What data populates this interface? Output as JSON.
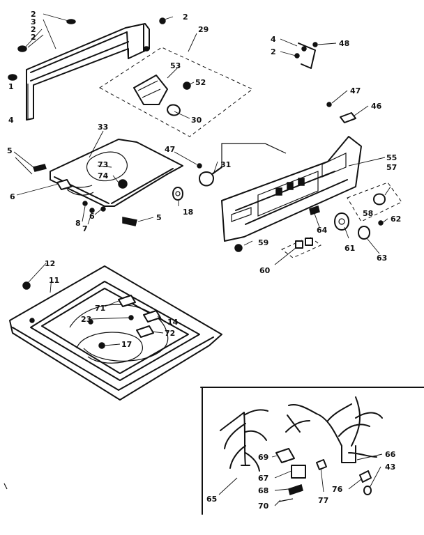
{
  "labels": {
    "l2a": "2",
    "l3": "3",
    "l2b": "2",
    "l2c": "2",
    "l1": "1",
    "l4": "4",
    "l2d": "2",
    "l29": "29",
    "l53": "53",
    "l52": "52",
    "l30": "30",
    "l4b": "4",
    "l2e": "2",
    "l48": "48",
    "l47a": "47",
    "l46": "46",
    "l33": "33",
    "l5a": "5",
    "l73": "73",
    "l74": "74",
    "l47b": "47",
    "l31": "31",
    "l6a": "6",
    "l8": "8",
    "l7": "7",
    "l6b": "6",
    "l5b": "5",
    "l18": "18",
    "l55": "55",
    "l57": "57",
    "l58": "58",
    "l62": "62",
    "l64": "64",
    "l59": "59",
    "l60": "60",
    "l61": "61",
    "l63": "63",
    "l12": "12",
    "l11": "11",
    "l71": "71",
    "l14": "14",
    "l23": "23",
    "l72": "72",
    "l17": "17",
    "l69": "69",
    "l67": "67",
    "l68": "68",
    "l70": "70",
    "l65": "65",
    "l77": "77",
    "l76": "76",
    "l66": "66",
    "l43": "43"
  },
  "icons": [
    "screw-icon",
    "bolt-icon",
    "knob-icon",
    "switch-icon",
    "wire-harness-icon"
  ]
}
